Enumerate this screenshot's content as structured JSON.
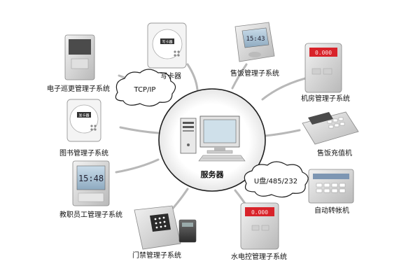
{
  "server": {
    "label": "服务器"
  },
  "clouds": [
    {
      "id": "tcp",
      "label": "TCP/IP"
    },
    {
      "id": "u",
      "label": "U盘/485/232"
    }
  ],
  "devices": [
    {
      "id": "patrol",
      "label": "电子巡更管理子系统"
    },
    {
      "id": "writer",
      "label": "写卡器"
    },
    {
      "id": "meal-sale",
      "label": "售饭管理子系统"
    },
    {
      "id": "machine-room",
      "label": "机房管理子系统"
    },
    {
      "id": "library",
      "label": "图书管理子系统"
    },
    {
      "id": "meal-recharge",
      "label": "售饭充值机"
    },
    {
      "id": "staff",
      "label": "教职员工管理子系统"
    },
    {
      "id": "transfer",
      "label": "自动转帐机"
    },
    {
      "id": "access",
      "label": "门禁管理子系统"
    },
    {
      "id": "utility",
      "label": "水电控管理子系统"
    }
  ],
  "device_screens": {
    "writer": "写卡器",
    "library": "发卡器",
    "meal-sale": "15:43",
    "staff": "15:48",
    "machine-room": "0.000",
    "utility": "0.000"
  },
  "colors": {
    "screen_red": "#d8232a",
    "lcd_blue": "#9fb9cc",
    "device_gray": "#d9d9d9"
  }
}
